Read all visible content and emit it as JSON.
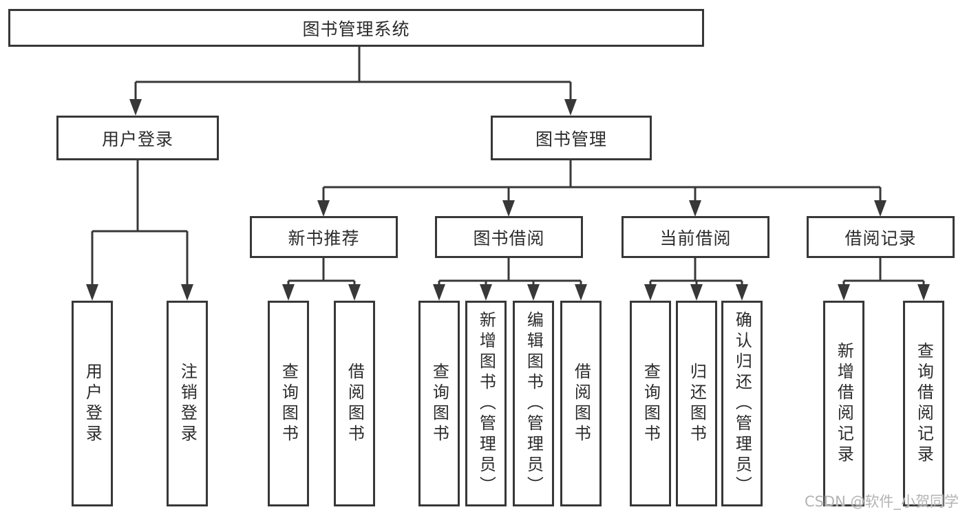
{
  "tree": {
    "root": "图书管理系统",
    "branches": [
      {
        "label": "用户登录",
        "leaves": [
          "用户登录",
          "注销登录"
        ]
      },
      {
        "label": "图书管理",
        "groups": [
          {
            "label": "新书推荐",
            "leaves": [
              "查询图书",
              "借阅图书"
            ]
          },
          {
            "label": "图书借阅",
            "leaves": [
              "查询图书",
              "新增图书（管理员）",
              "编辑图书（管理员）",
              "借阅图书"
            ]
          },
          {
            "label": "当前借阅",
            "leaves": [
              "查询图书",
              "归还图书",
              "确认归还（管理员）"
            ]
          },
          {
            "label": "借阅记录",
            "leaves": [
              "新增借阅记录",
              "查询借阅记录"
            ]
          }
        ]
      }
    ]
  },
  "watermark": {
    "text": "CSDN @软件_小贺同学",
    "color": "#b3b3b3"
  },
  "colors": {
    "line": "#383838",
    "box_border": "#373737",
    "box_fill": "#ffffff",
    "text": "#2b2b2b",
    "background": "#ffffff"
  }
}
